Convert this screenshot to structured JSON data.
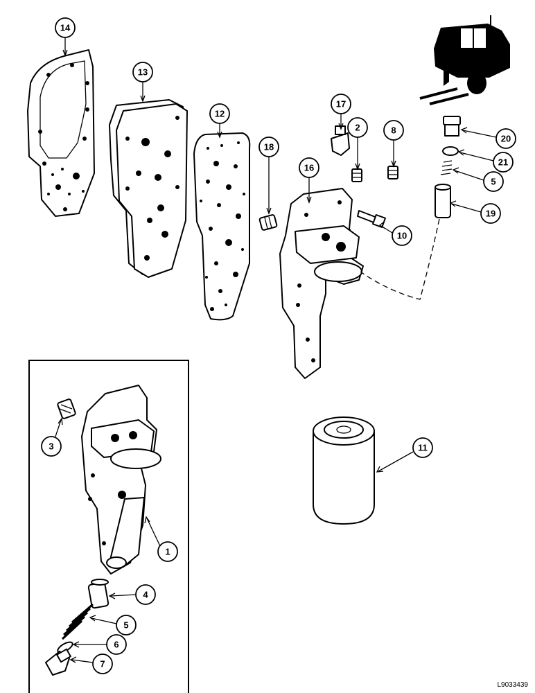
{
  "drawing_code": "L9033439",
  "callouts": [
    {
      "label": "14"
    },
    {
      "label": "13"
    },
    {
      "label": "12"
    },
    {
      "label": "18"
    },
    {
      "label": "17"
    },
    {
      "label": "2"
    },
    {
      "label": "8"
    },
    {
      "label": "16"
    },
    {
      "label": "10"
    },
    {
      "label": "20"
    },
    {
      "label": "21"
    },
    {
      "label": "5"
    },
    {
      "label": "19"
    },
    {
      "label": "11"
    },
    {
      "label": "3"
    },
    {
      "label": "1"
    },
    {
      "label": "4"
    },
    {
      "label": "5"
    },
    {
      "label": "6"
    },
    {
      "label": "7"
    }
  ]
}
